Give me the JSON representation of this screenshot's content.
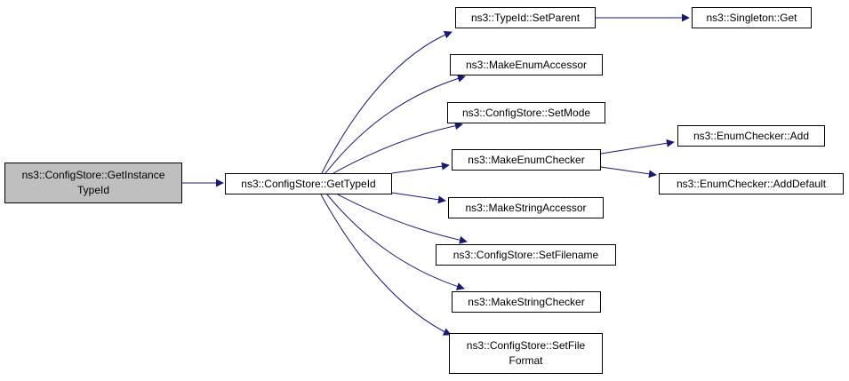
{
  "colors": {
    "edge": "#191970",
    "root_fill": "#bfbfbf",
    "node_fill": "#ffffff",
    "border": "#000000"
  },
  "nodes": [
    {
      "id": "getinstancetypeid",
      "lines": [
        "ns3::ConfigStore::GetInstance",
        "TypeId"
      ],
      "root": true
    },
    {
      "id": "gettypeid",
      "lines": [
        "ns3::ConfigStore::GetTypeId"
      ]
    },
    {
      "id": "setparent",
      "lines": [
        "ns3::TypeId::SetParent"
      ]
    },
    {
      "id": "singleton-get",
      "lines": [
        "ns3::Singleton::Get"
      ]
    },
    {
      "id": "makeenumaccessor",
      "lines": [
        "ns3::MakeEnumAccessor"
      ]
    },
    {
      "id": "setmode",
      "lines": [
        "ns3::ConfigStore::SetMode"
      ]
    },
    {
      "id": "makeenumchecker",
      "lines": [
        "ns3::MakeEnumChecker"
      ]
    },
    {
      "id": "enumchecker-add",
      "lines": [
        "ns3::EnumChecker::Add"
      ]
    },
    {
      "id": "enumchecker-adddefault",
      "lines": [
        "ns3::EnumChecker::AddDefault"
      ]
    },
    {
      "id": "makestringaccessor",
      "lines": [
        "ns3::MakeStringAccessor"
      ]
    },
    {
      "id": "setfilename",
      "lines": [
        "ns3::ConfigStore::SetFilename"
      ]
    },
    {
      "id": "makestringchecker",
      "lines": [
        "ns3::MakeStringChecker"
      ]
    },
    {
      "id": "setfileformat",
      "lines": [
        "ns3::ConfigStore::SetFile",
        "Format"
      ]
    }
  ],
  "edges": [
    {
      "from": "getinstancetypeid",
      "to": "gettypeid"
    },
    {
      "from": "gettypeid",
      "to": "setparent"
    },
    {
      "from": "setparent",
      "to": "singleton-get"
    },
    {
      "from": "gettypeid",
      "to": "makeenumaccessor"
    },
    {
      "from": "gettypeid",
      "to": "setmode"
    },
    {
      "from": "gettypeid",
      "to": "makeenumchecker"
    },
    {
      "from": "makeenumchecker",
      "to": "enumchecker-add"
    },
    {
      "from": "makeenumchecker",
      "to": "enumchecker-adddefault"
    },
    {
      "from": "gettypeid",
      "to": "makestringaccessor"
    },
    {
      "from": "gettypeid",
      "to": "setfilename"
    },
    {
      "from": "gettypeid",
      "to": "makestringchecker"
    },
    {
      "from": "gettypeid",
      "to": "setfileformat"
    }
  ]
}
